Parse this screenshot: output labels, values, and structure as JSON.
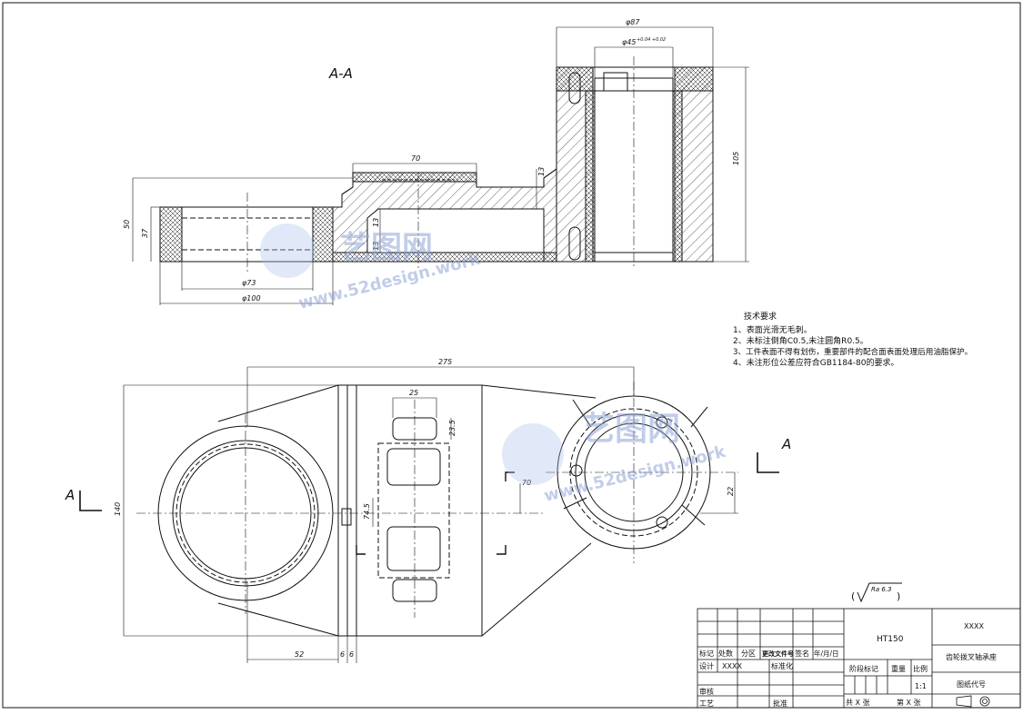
{
  "section_label": "A-A",
  "view_marks": [
    "A",
    "A"
  ],
  "dims": {
    "phi87": "φ87",
    "phi45": "φ45",
    "phi45_tol": "+0.04\n+0.02",
    "d70": "70",
    "d13a": "13",
    "d105": "105",
    "d50": "50",
    "d37": "37",
    "d13b": "13",
    "d13c": "13",
    "phi73": "φ73",
    "phi100": "φ100",
    "d275": "275",
    "d25": "25",
    "d23_5": "23.5",
    "d70b": "70",
    "d22": "22",
    "d74_5": "74.5",
    "d140": "140",
    "d52": "52",
    "d6a": "6",
    "d6b": "6"
  },
  "technical_requirements": {
    "title": "技术要求",
    "items": [
      "1、表面光滑无毛刺。",
      "2、未标注倒角C0.5,未注圆角R0.5。",
      "3、工件表面不得有划伤，重要部件的配合面表面处理后用油脂保护。",
      "4、未注形位公差应符合GB1184-80的要求。"
    ]
  },
  "roughness": "Ra 6.3",
  "title_block": {
    "material": "HT150",
    "company": "XXXX",
    "part_name": "齿轮拨叉轴承座",
    "drawing_code_label": "图纸代号",
    "row_labels": [
      "标记",
      "处数",
      "分区",
      "更改文件号",
      "签名",
      "年/月/日"
    ],
    "design_label": "设计",
    "design_value": "XXXX",
    "standardize_label": "标准化",
    "review_label": "审核",
    "process_label": "工艺",
    "approve_label": "批准",
    "stage_label": "阶段标记",
    "weight_label": "重量",
    "scale_label": "比例",
    "scale_value": "1:1",
    "total_sheets": "共 X 张",
    "sheet_no": "第 X 张"
  },
  "watermark": {
    "brand": "艺图网",
    "url": "www.52design.work"
  },
  "colors": {
    "line": "#111111",
    "watermark": "#8fa6d6"
  }
}
